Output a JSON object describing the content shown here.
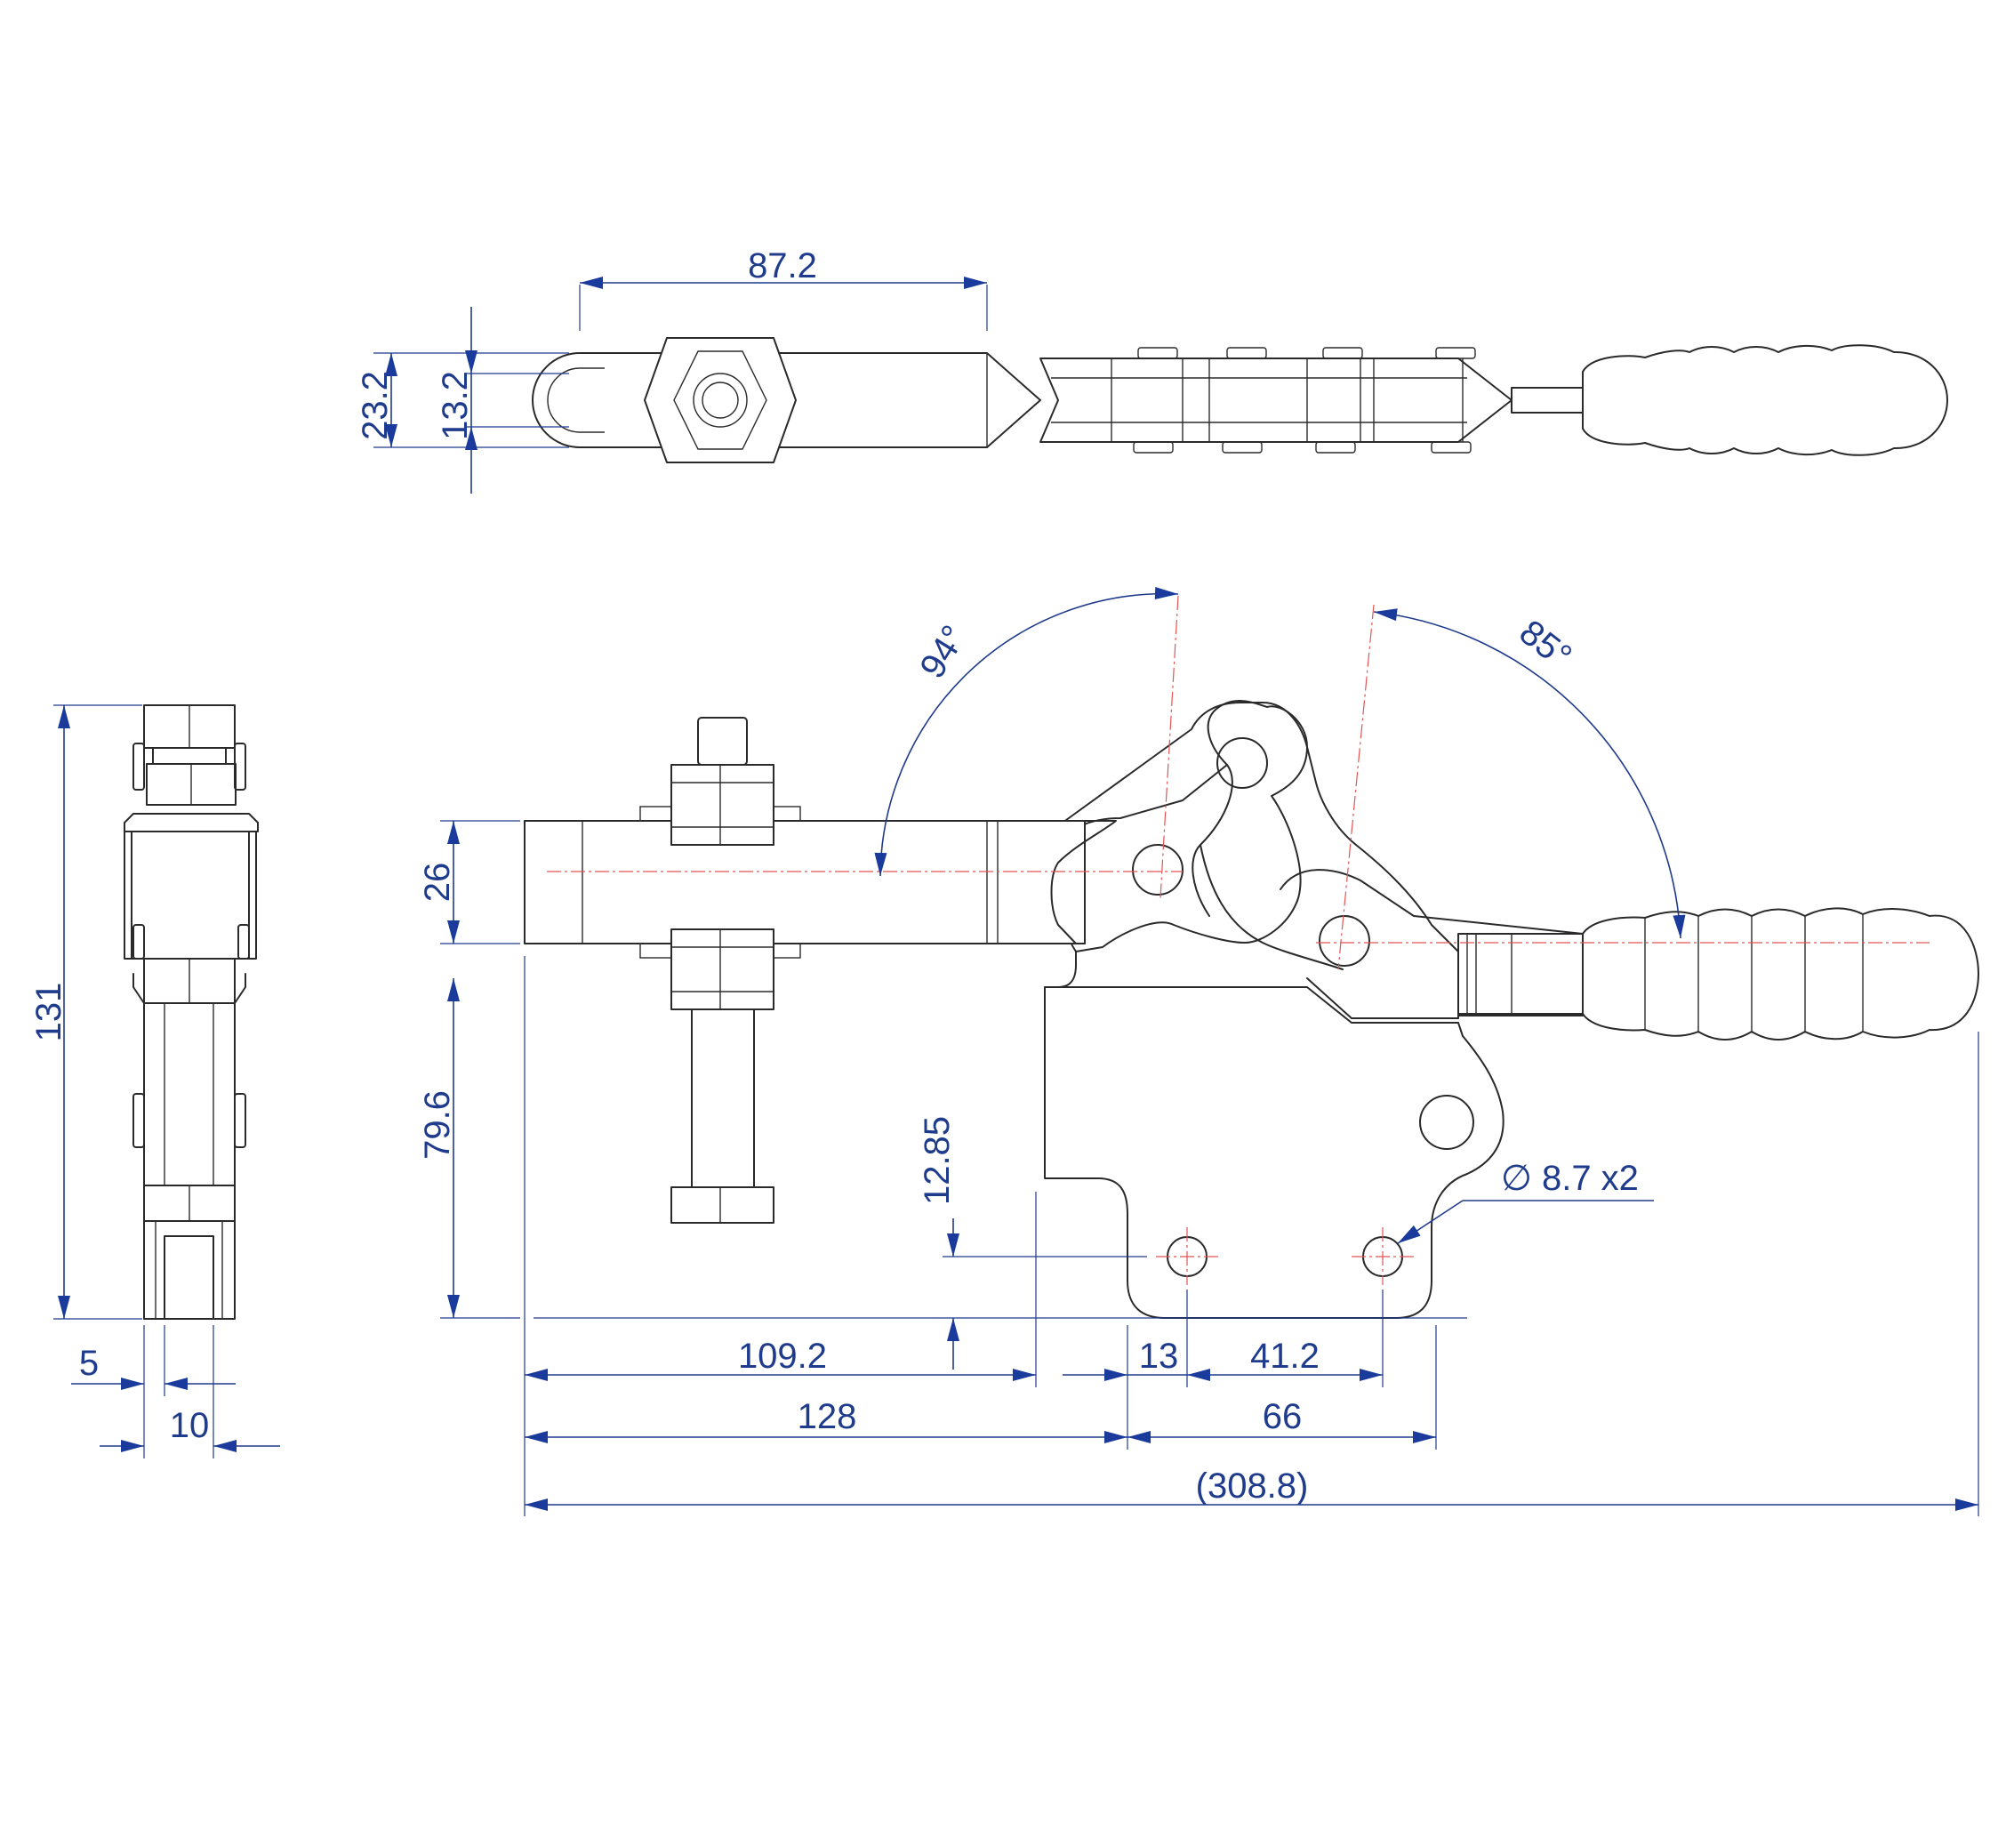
{
  "colors": {
    "dimension": "#1f3b8c",
    "arrow": "#1a3a9c",
    "outline": "#2a2a2a",
    "centerline": "#e05555",
    "background": "#ffffff"
  },
  "top_view": {
    "dim_length": "87.2",
    "dim_width_outer": "23.2",
    "dim_width_inner": "13.2"
  },
  "side_view": {
    "dim_angle_arm": "94°",
    "dim_angle_handle": "85°",
    "dim_arm_height": "26",
    "dim_arm_to_base": "79.6",
    "dim_hole_height": "12.85",
    "dim_hole_diameter": "∅ 8.7 x2",
    "dim_spindle_to_base": "109.2",
    "dim_base_offset": "13",
    "dim_hole_spacing": "41.2",
    "dim_to_base_edge": "128",
    "dim_base_length": "66",
    "dim_total_length": "(308.8)"
  },
  "end_view": {
    "dim_total_height": "131",
    "dim_slot_width": "5",
    "dim_base_width": "10"
  }
}
